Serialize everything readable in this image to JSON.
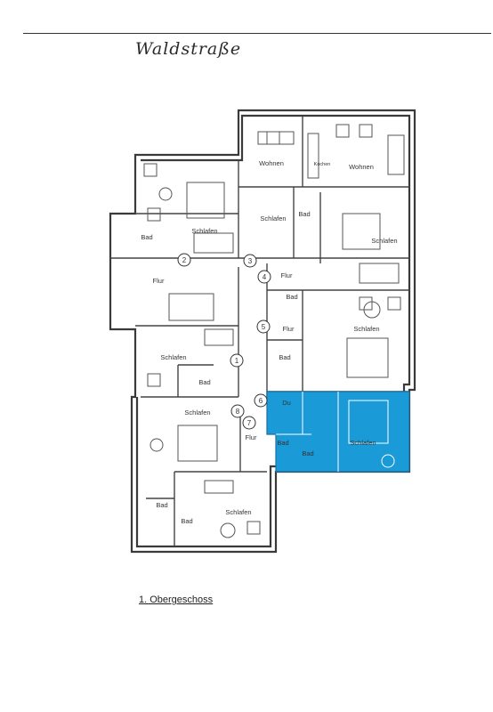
{
  "header": {
    "street_name": "Waldstraße"
  },
  "footer": {
    "floor_label": "1. Obergeschoss"
  },
  "colors": {
    "highlight": "#1a9bd7",
    "wall": "#3a3a3a",
    "paper": "#ffffff"
  },
  "rooms": {
    "wohnen_left": "Wohnen",
    "wohnen_right": "Wohnen",
    "schlafen_top_left": "Schlafen",
    "schlafen_mid_top": "Schlafen",
    "schlafen_right_top": "Schlafen",
    "schlafen_left_mid": "Schlafen",
    "schlafen_right_mid": "Schlafen",
    "schlafen_left_low": "Schlafen",
    "schlafen_bottom": "Schlafen",
    "schlafen_highlight": "Schlafen",
    "flur_left": "Flur",
    "flur_4": "Flur",
    "flur_5": "Flur",
    "flur_7": "Flur",
    "bad_1": "Bad",
    "bad_2": "Bad",
    "bad_3": "Bad",
    "bad_4": "Bad",
    "bad_5": "Bad",
    "bad_6": "Bad",
    "bad_7": "Bad",
    "bad_8": "Bad",
    "kochen": "Kochen",
    "dusche": "Du",
    "highlight_bad": "Bad"
  },
  "unit_numbers": [
    "1",
    "2",
    "3",
    "4",
    "5",
    "6",
    "7",
    "8"
  ]
}
